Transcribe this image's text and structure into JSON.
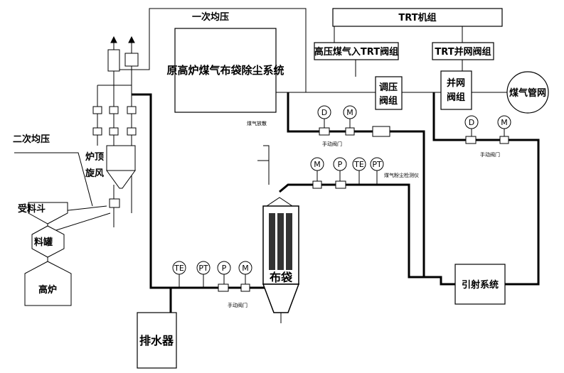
{
  "labels": {
    "primary_equalize": "一次均压",
    "secondary_equalize": "二次均压",
    "trt_unit": "TRT机组",
    "hp_gas_trt_valve": "高压煤气入TRT阀组",
    "trt_grid_valve": "TRT并网阀组",
    "original_bag_system": "原高炉煤气布袋除尘系统",
    "pressure_reg_line1": "调压",
    "pressure_reg_line2": "阀组",
    "grid_valve_line1": "并网",
    "grid_valve_line2": "阀组",
    "gas_network": "煤气管网",
    "top_cyclone_line1": "炉顶",
    "top_cyclone_line2": "旋风",
    "receiving_hopper": "受料斗",
    "material_tank": "料罐",
    "blast_furnace": "高炉",
    "bag_filter": "布袋",
    "drain": "排水器",
    "ejector_system": "引射系统",
    "gas_release": "煤气放散",
    "dust_meter": "煤气粉尘检测仪",
    "manual_valve_tag": "手动阀门"
  },
  "instruments": {
    "D": "D",
    "M": "M",
    "P": "P",
    "PT": "PT",
    "TE": "TE"
  },
  "colors": {
    "line": "#000000",
    "background": "#ffffff"
  }
}
